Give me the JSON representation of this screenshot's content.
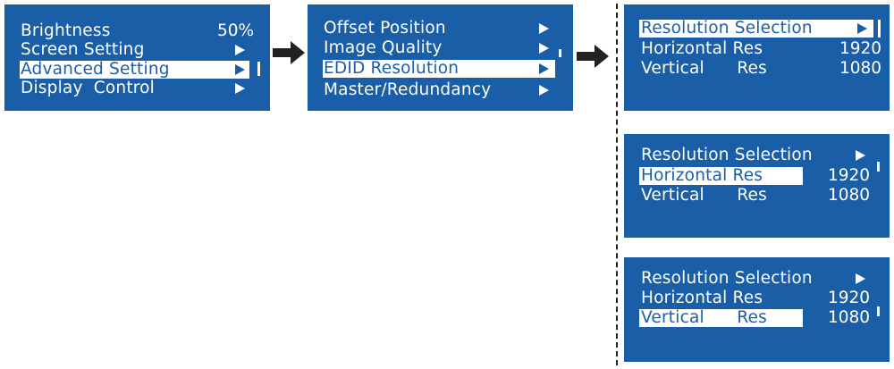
{
  "menu1": {
    "brightness_label": "Brightness",
    "brightness_value": "50%",
    "screen_setting_label": "Screen Setting",
    "advanced_setting_label": "Advanced Setting",
    "display_control_label": "Display  Control"
  },
  "menu2": {
    "offset_position_label": "Offset Position",
    "image_quality_label": "Image Quality",
    "edid_resolution_label": "EDID Resolution",
    "master_redundancy_label": "Master/Redundancy"
  },
  "edid_screens": [
    {
      "selected": "Resolution Selection",
      "resolution_selection_label": "Resolution Selection",
      "horizontal_label": "Horizontal Res",
      "horizontal_value": "1920",
      "vertical_label": "Vertical      Res",
      "vertical_value": "1080"
    },
    {
      "selected": "Horizontal Res",
      "resolution_selection_label": "Resolution Selection",
      "horizontal_label": "Horizontal Res",
      "horizontal_value": "1920",
      "vertical_label": "Vertical      Res",
      "vertical_value": "1080"
    },
    {
      "selected": "Vertical Res",
      "resolution_selection_label": "Resolution Selection",
      "horizontal_label": "Horizontal Res",
      "horizontal_value": "1920",
      "vertical_label": "Vertical      Res",
      "vertical_value": "1080"
    }
  ],
  "colors": {
    "panel_blue": "#1b5ea8",
    "highlight": "#ffffff",
    "arrow": "#222222"
  }
}
